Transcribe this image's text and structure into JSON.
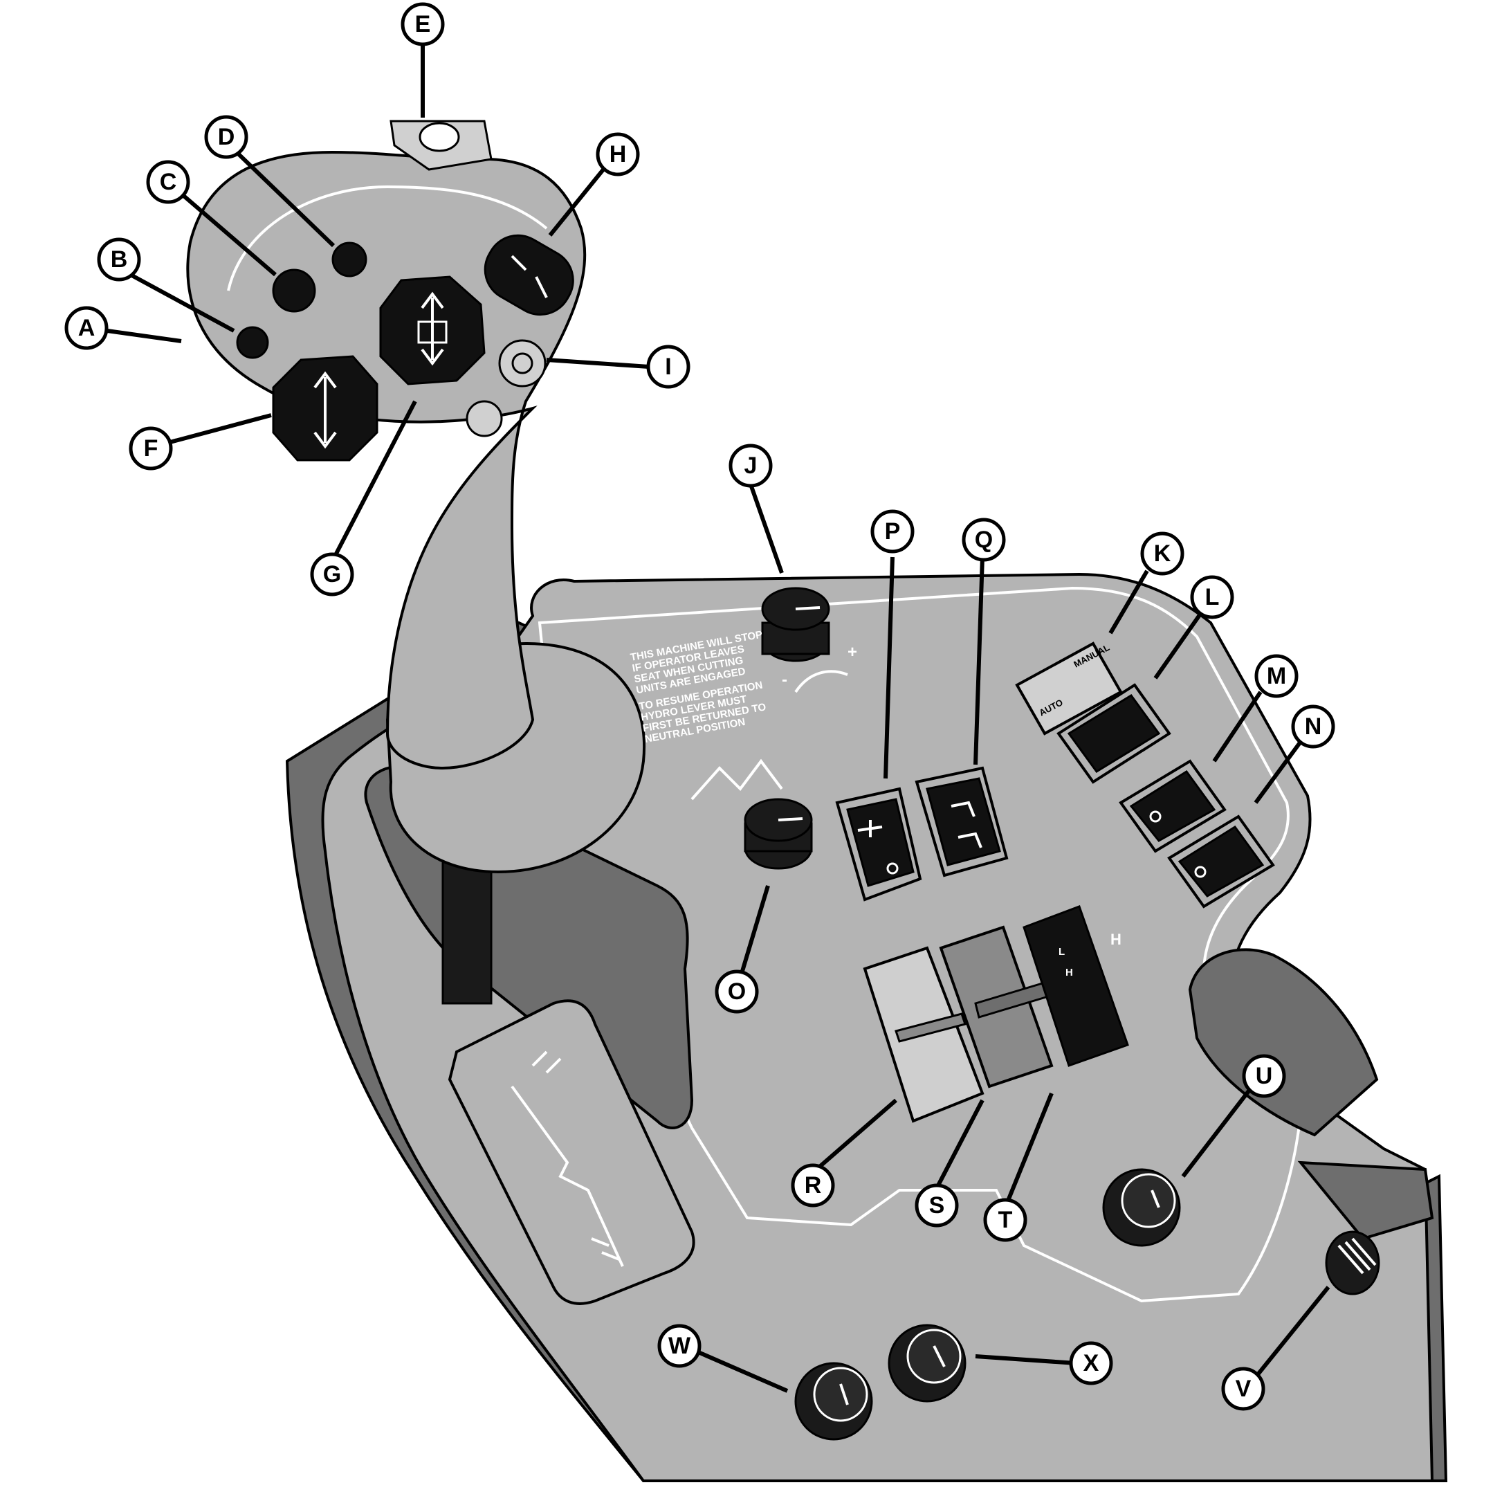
{
  "figure": {
    "decal_stop_lines": [
      "THIS MACHINE WILL STOP",
      "IF OPERATOR LEAVES",
      "SEAT WHEN CUTTING",
      "UNITS ARE ENGAGED"
    ],
    "decal_resume_lines": [
      "TO RESUME OPERATION",
      "HYDRO LEVER MUST",
      "FIRST BE RETURNED TO",
      "NEUTRAL POSITION"
    ],
    "switch_k_top": "MANUAL",
    "switch_k_bottom": "AUTO",
    "range_low": "L",
    "range_high": "H",
    "range_outside": "H",
    "plus_sign": "+",
    "minus_sign": "-"
  },
  "callouts": [
    {
      "id": "A"
    },
    {
      "id": "B"
    },
    {
      "id": "C"
    },
    {
      "id": "D"
    },
    {
      "id": "E"
    },
    {
      "id": "F"
    },
    {
      "id": "G"
    },
    {
      "id": "H"
    },
    {
      "id": "I"
    },
    {
      "id": "J"
    },
    {
      "id": "K"
    },
    {
      "id": "L"
    },
    {
      "id": "M"
    },
    {
      "id": "N"
    },
    {
      "id": "O"
    },
    {
      "id": "P"
    },
    {
      "id": "Q"
    },
    {
      "id": "R"
    },
    {
      "id": "S"
    },
    {
      "id": "T"
    },
    {
      "id": "U"
    },
    {
      "id": "V"
    },
    {
      "id": "W"
    },
    {
      "id": "X"
    }
  ],
  "colors": {
    "panel": "#b4b4b4",
    "shadow": "#6e6e6e",
    "switch": "#111111",
    "outline": "#000000"
  }
}
